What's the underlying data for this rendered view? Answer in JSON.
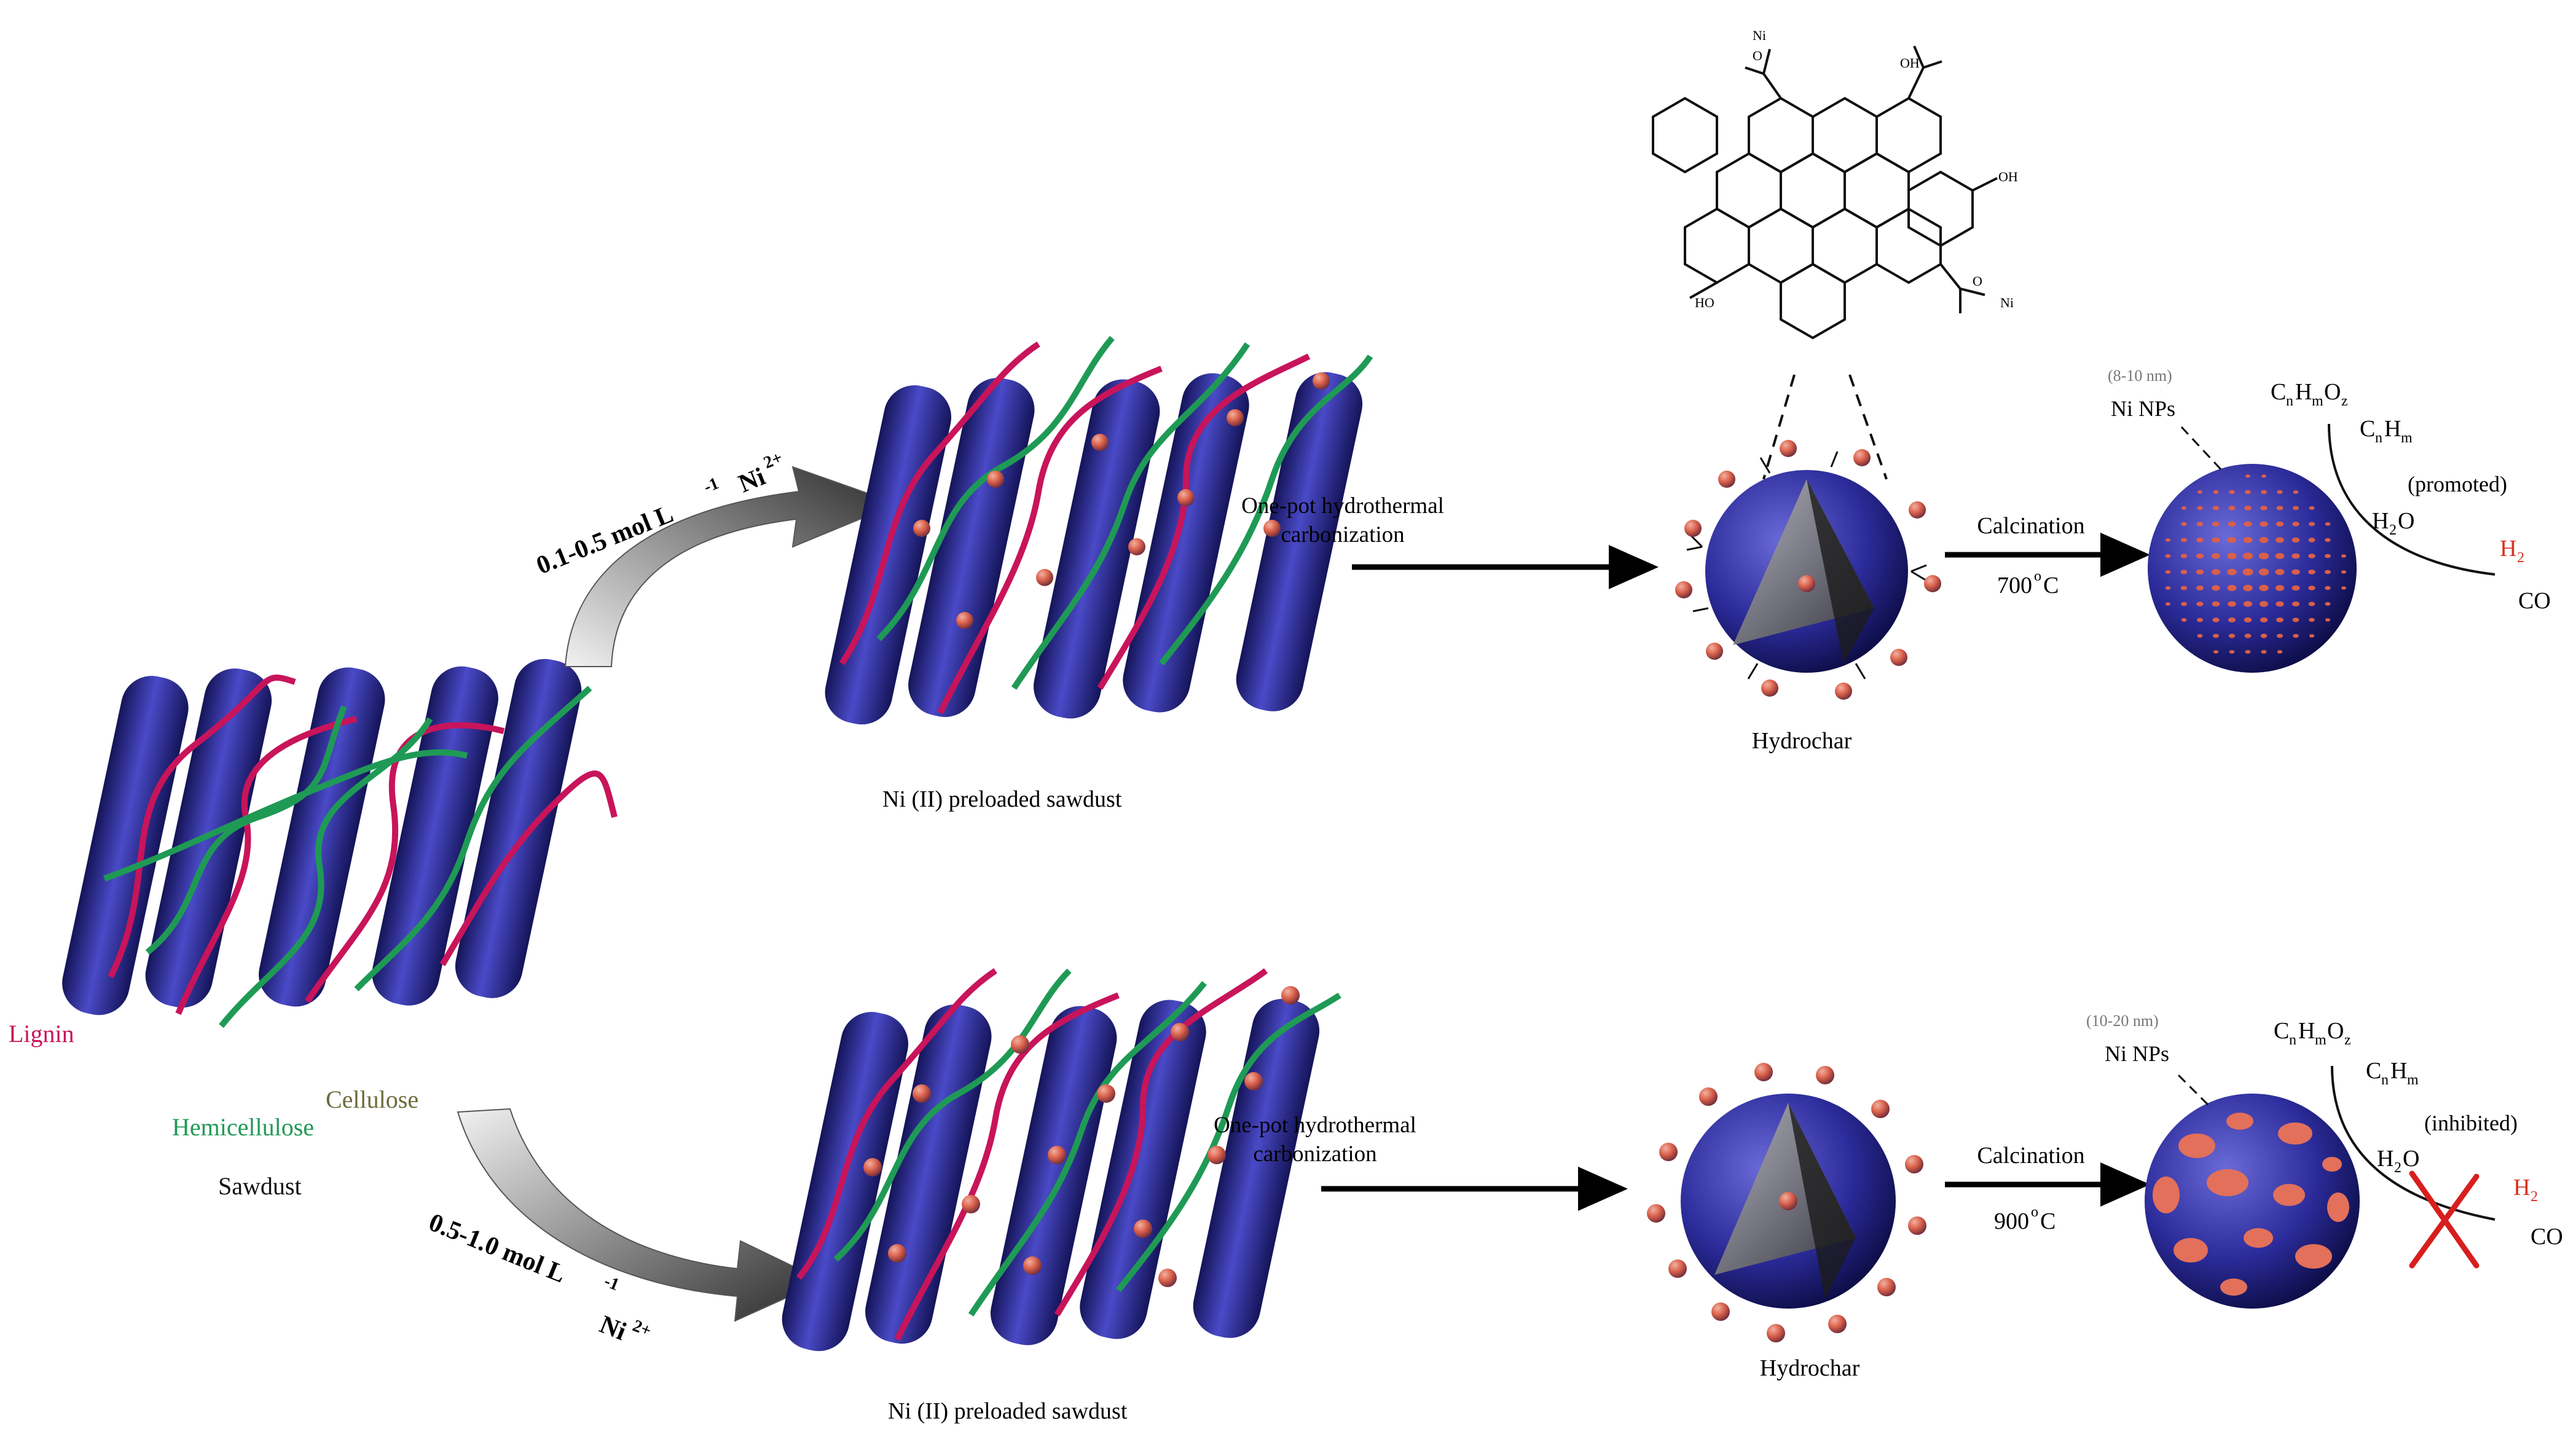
{
  "colors": {
    "lignin": "#c8145a",
    "hemicellulose": "#1f9a55",
    "cellulose": "#2a2a8c",
    "cellulose_label": "#6b6b3a",
    "nickel": "#d9604a",
    "h2": "#d8321f",
    "cross": "#d81e1e",
    "gray_label": "#777777"
  },
  "labels": {
    "lignin": "Lignin",
    "hemicellulose": "Hemicellulose",
    "cellulose": "Cellulose",
    "sawdust": "Sawdust",
    "preloaded_top": "Ni (II) preloaded sawdust",
    "preloaded_bottom": "Ni (II) preloaded sawdust",
    "hydrochar_top": "Hydrochar",
    "hydrochar_bottom": "Hydrochar"
  },
  "top_path": {
    "concentration": "0.1-0.5 mol L",
    "conc_sup": "-1",
    "ni": "Ni",
    "ni_sup": "2+",
    "step1_line1": "One-pot hydrothermal",
    "step1_line2": "carbonization",
    "step2": "Calcination",
    "temp": "700",
    "temp_sup": "o",
    "temp_unit": "C",
    "np_size": "(8-10 nm)",
    "np_label": "Ni NPs",
    "effect": "(promoted)"
  },
  "bottom_path": {
    "concentration": "0.5-1.0 mol L",
    "conc_sup": "-1",
    "ni": "Ni",
    "ni_sup": "2+",
    "step1_line1": "One-pot hydrothermal",
    "step1_line2": "carbonization",
    "step2": "Calcination",
    "temp": "900",
    "temp_sup": "o",
    "temp_unit": "C",
    "np_size": "(10-20 nm)",
    "np_label": "Ni NPs",
    "effect": "(inhibited)"
  },
  "gases": {
    "c": "C",
    "n": "n",
    "h": "H",
    "m": "m",
    "o": "O",
    "z": "z",
    "h2o": "H",
    "h2o_sub": "2",
    "h2o_o": "O",
    "h2": "H",
    "h2_sub": "2",
    "co": "CO"
  },
  "structure": {
    "ni1": "Ni",
    "o1": "O",
    "oh_top": "OH",
    "oh_right": "OH",
    "ho_left": "HO",
    "o2": "O",
    "ni2": "Ni"
  }
}
